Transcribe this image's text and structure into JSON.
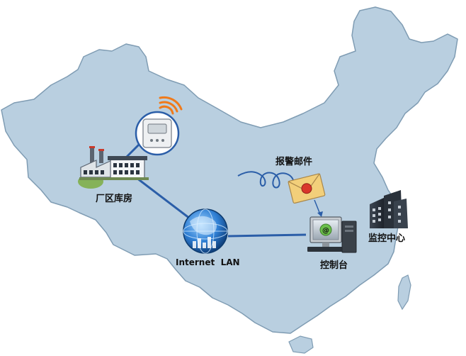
{
  "labels": {
    "factory": "厂区库房",
    "alarm_mail": "报警邮件",
    "network": "Internet  LAN",
    "console": "控制台",
    "monitor_center": "监控中心"
  },
  "colors": {
    "map_fill": "#b9cfe0",
    "map_stroke": "#7f9cb3",
    "link_line": "#2b5ea8",
    "antenna": "#f07a1a",
    "envelope": "#f2cf7a",
    "stamp": "#d9362b"
  },
  "icons": [
    "map-outline",
    "factory-icon",
    "sensor-device-icon",
    "wireless-signal-icon",
    "globe-icon",
    "envelope-icon",
    "computer-icon",
    "building-icon",
    "squiggle-line"
  ]
}
